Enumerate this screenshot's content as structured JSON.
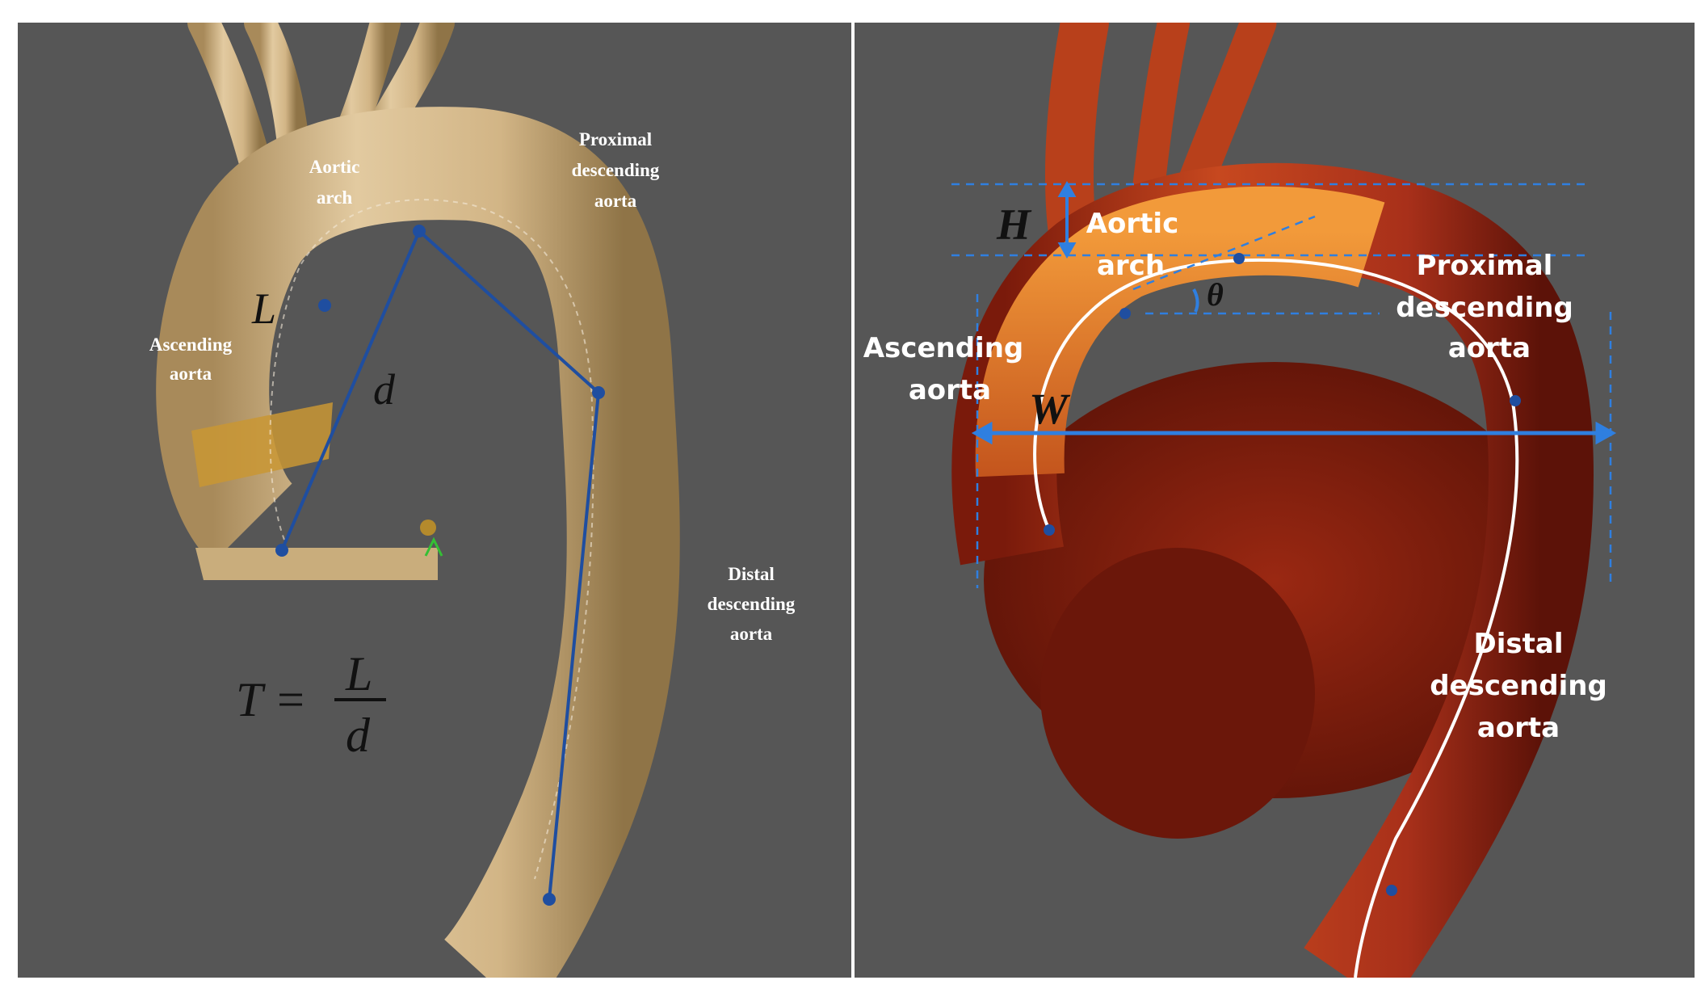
{
  "left_panel": {
    "labels": {
      "aortic_arch_line1": "Aortic",
      "aortic_arch_line2": "arch",
      "proximal_line1": "Proximal",
      "proximal_line2": "descending",
      "proximal_line3": "aorta",
      "ascending_line1": "Ascending",
      "ascending_line2": "aorta",
      "distal_line1": "Distal",
      "distal_line2": "descending",
      "distal_line3": "aorta"
    },
    "symbols": {
      "L": "L",
      "d": "d"
    },
    "formula": {
      "lhs": "T =",
      "numerator": "L",
      "denominator": "d"
    }
  },
  "right_panel": {
    "labels": {
      "aortic_arch_line1": "Aortic",
      "aortic_arch_line2": "arch",
      "proximal_line1": "Proximal",
      "proximal_line2": "descending",
      "proximal_line3": "aorta",
      "ascending_line1": "Ascending",
      "ascending_line2": "aorta",
      "distal_line1": "Distal",
      "distal_line2": "descending",
      "distal_line3": "aorta"
    },
    "symbols": {
      "H": "H",
      "W": "W",
      "theta": "θ"
    }
  },
  "colors": {
    "background": "#565656",
    "left_vessel": "#d9bf8e",
    "right_vessel": "#a8301a",
    "marker": "#1f4ea0",
    "guide": "#2f7fe0"
  }
}
